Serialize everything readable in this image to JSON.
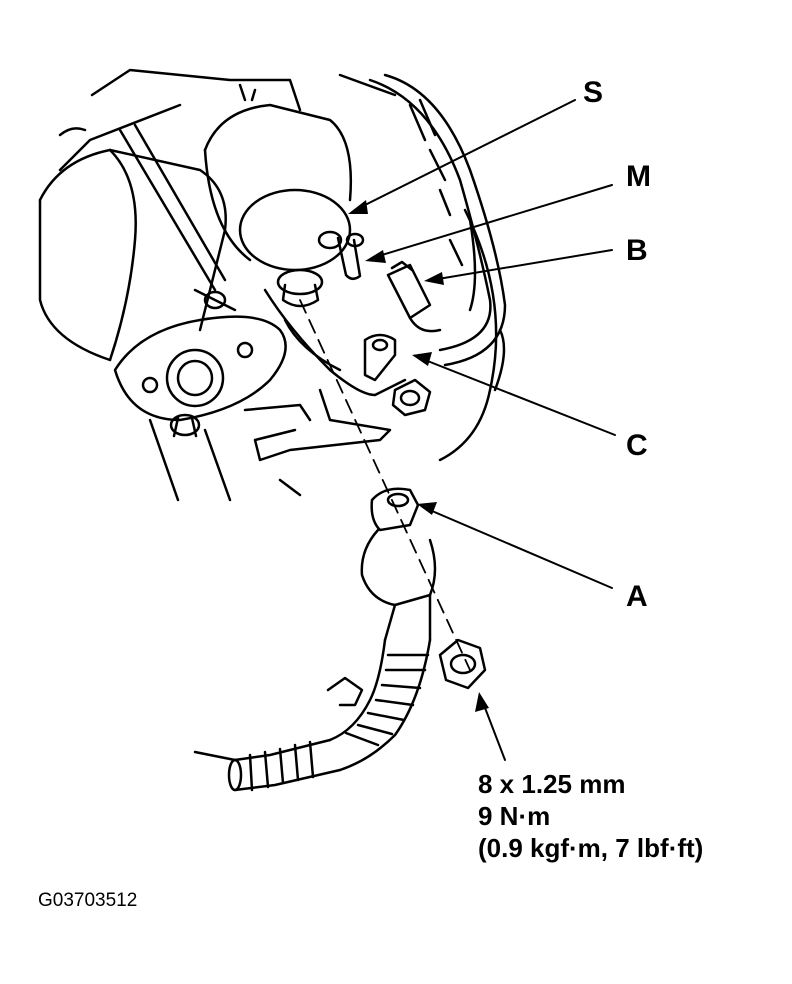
{
  "labels": {
    "s": "S",
    "m": "M",
    "b": "B",
    "c": "C",
    "a": "A"
  },
  "spec": {
    "size": "8 x 1.25 mm",
    "torque_nm": "9 N·m",
    "torque_alt": "(0.9 kgf·m, 7 lbf·ft)"
  },
  "figure_code": "G03703512",
  "colors": {
    "ink": "#000000",
    "paper": "#ffffff"
  }
}
